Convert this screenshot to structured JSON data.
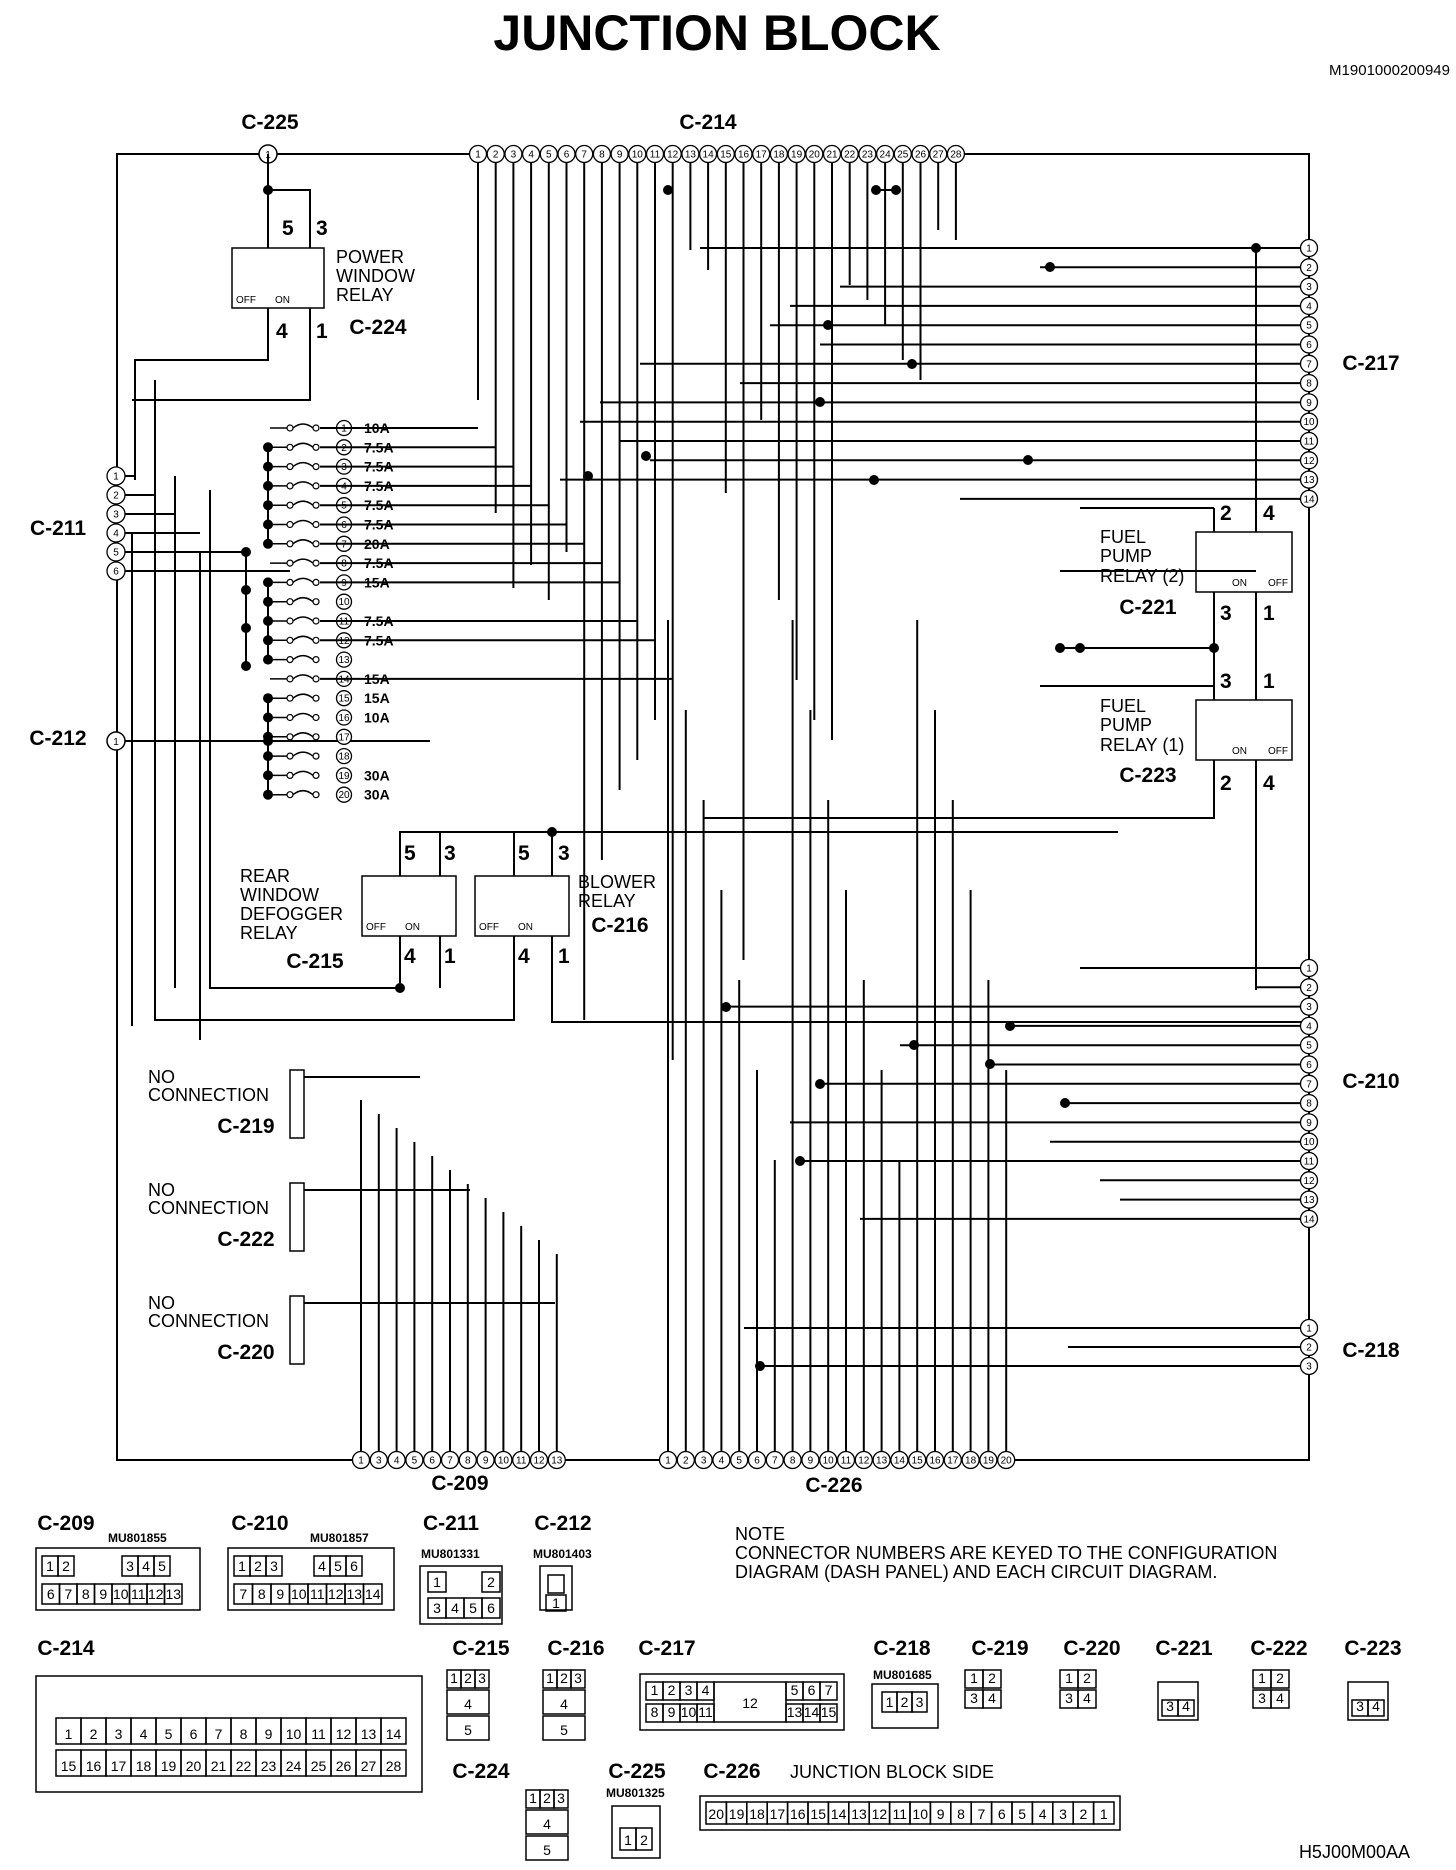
{
  "title": "JUNCTION BLOCK",
  "doc_code": "M1901000200949",
  "figure_code": "H5J00M00AA",
  "connectors": {
    "c225": "C-225",
    "c214": "C-214",
    "c217": "C-217",
    "c211": "C-211",
    "c212": "C-212",
    "c224": "C-224",
    "c221": "C-221",
    "c223": "C-223",
    "c215": "C-215",
    "c216": "C-216",
    "c210": "C-210",
    "c219": "C-219",
    "c222": "C-222",
    "c220": "C-220",
    "c218": "C-218",
    "c209": "C-209",
    "c226": "C-226"
  },
  "relays": {
    "power_window": [
      "POWER",
      "WINDOW",
      "RELAY"
    ],
    "fuel_pump_2": [
      "FUEL",
      "PUMP",
      "RELAY (2)"
    ],
    "fuel_pump_1": [
      "FUEL",
      "PUMP",
      "RELAY (1)"
    ],
    "rear_defogger": [
      "REAR",
      "WINDOW",
      "DEFOGGER",
      "RELAY"
    ],
    "blower": [
      "BLOWER",
      "RELAY"
    ]
  },
  "relay_switch": {
    "off": "OFF",
    "on": "ON"
  },
  "no_connection": [
    "NO",
    "CONNECTION"
  ],
  "fuses": [
    "10A",
    "7.5A",
    "7.5A",
    "7.5A",
    "7.5A",
    "7.5A",
    "20A",
    "7.5A",
    "15A",
    "",
    "7.5A",
    "7.5A",
    "",
    "15A",
    "15A",
    "10A",
    "",
    "",
    "30A",
    "30A"
  ],
  "note": [
    "NOTE",
    "CONNECTOR NUMBERS ARE KEYED TO THE CONFIGURATION",
    "DIAGRAM (DASH PANEL) AND EACH CIRCUIT DIAGRAM."
  ],
  "legend": {
    "c209_part": "MU801855",
    "c210_part": "MU801857",
    "c211_part": "MU801331",
    "c212_part": "MU801403",
    "c218_part": "MU801685",
    "c225_part": "MU801325",
    "c226_caption": "JUNCTION BLOCK SIDE"
  }
}
